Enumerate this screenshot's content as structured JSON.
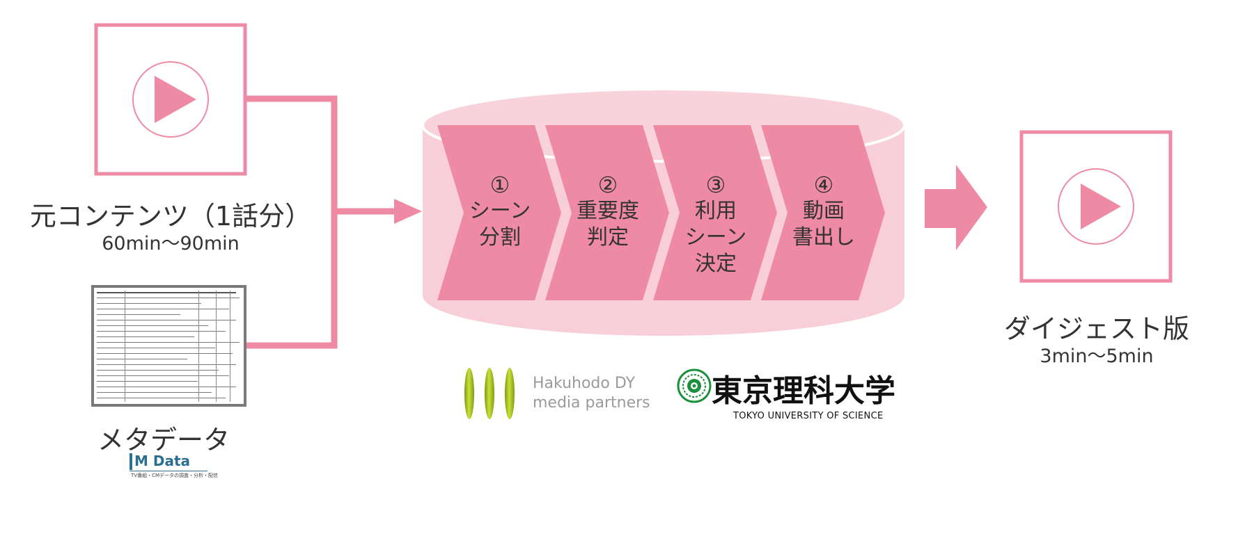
{
  "source": {
    "title": "元コンテンツ（1話分）",
    "duration": "60min〜90min",
    "icon": "play-icon"
  },
  "metadata": {
    "title": "メタデータ",
    "logo_text": "M Data",
    "logo_caption": "TV番組・CMデータの調査・分析・配信"
  },
  "process": {
    "steps": [
      {
        "num": "①",
        "lines": [
          "シーン",
          "分割"
        ]
      },
      {
        "num": "②",
        "lines": [
          "重要度",
          "判定"
        ]
      },
      {
        "num": "③",
        "lines": [
          "利用",
          "シーン",
          "決定"
        ]
      },
      {
        "num": "④",
        "lines": [
          "動画",
          "書出し"
        ]
      }
    ]
  },
  "output": {
    "title": "ダイジェスト版",
    "duration": "3min〜5min",
    "icon": "play-icon"
  },
  "logos": {
    "hakuhodo": {
      "line1": "Hakuhodo DY",
      "line2": "media partners"
    },
    "tus": {
      "main": "東京理科大学",
      "sub": "TOKYO UNIVERSITY OF SCIENCE"
    }
  },
  "colors": {
    "accent": "#ee8aa4",
    "cylinder_fill": "#f8cfd9",
    "logo_green": "#9cc21c",
    "tus_green": "#1a8f3c"
  }
}
